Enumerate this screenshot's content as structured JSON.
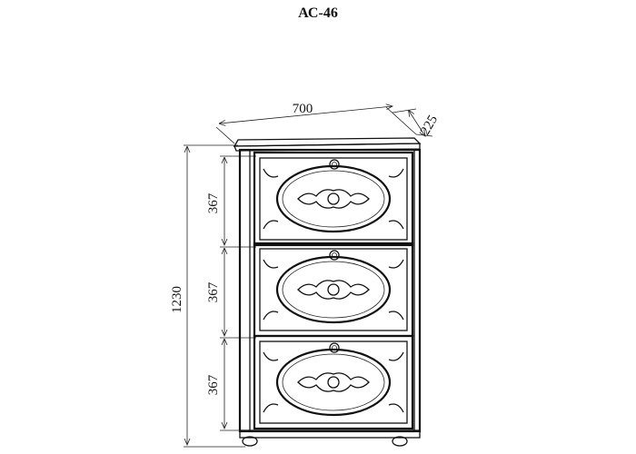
{
  "title": "АС-46",
  "dimensions": {
    "width": "700",
    "depth": "225",
    "height": "1230",
    "section_heights": [
      "367",
      "367",
      "367"
    ]
  }
}
